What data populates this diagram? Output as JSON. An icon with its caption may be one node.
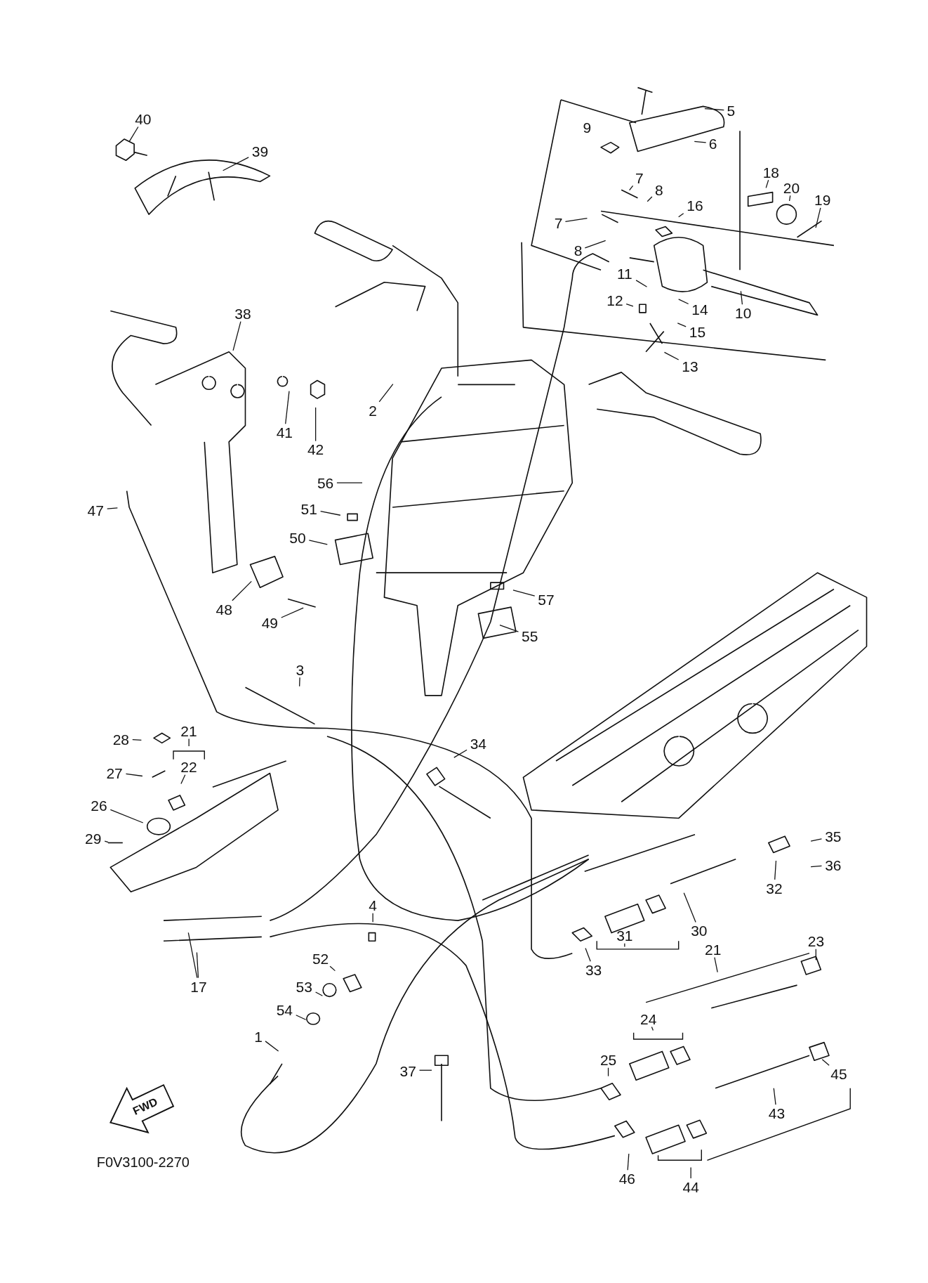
{
  "diagram": {
    "nodes": [
      {
        "text": [
          "40"
        ]
      },
      {
        "text": [
          "5"
        ]
      },
      {
        "text": [
          "39"
        ]
      },
      {
        "text": [
          "6"
        ]
      },
      {
        "text": [
          "18"
        ]
      },
      {
        "text": [
          "7"
        ]
      },
      {
        "text": [
          "8"
        ]
      },
      {
        "text": [
          "20"
        ]
      },
      {
        "text": [
          "19"
        ]
      },
      {
        "text": [
          "16"
        ]
      },
      {
        "text": [
          "7"
        ]
      },
      {
        "text": [
          "8"
        ]
      },
      {
        "text": [
          "11"
        ]
      },
      {
        "text": [
          "14"
        ]
      },
      {
        "text": [
          "10"
        ]
      },
      {
        "text": [
          "12"
        ]
      },
      {
        "text": [
          "15"
        ]
      },
      {
        "text": [
          "38"
        ]
      },
      {
        "text": [
          "13"
        ]
      },
      {
        "text": [
          "2"
        ]
      },
      {
        "text": [
          "41"
        ]
      },
      {
        "text": [
          "42"
        ]
      },
      {
        "text": [
          "56"
        ]
      },
      {
        "text": [
          "47"
        ]
      },
      {
        "text": [
          "51"
        ]
      },
      {
        "text": [
          "50"
        ]
      },
      {
        "text": [
          "57"
        ]
      },
      {
        "text": [
          "48"
        ]
      },
      {
        "text": [
          "49"
        ]
      },
      {
        "text": [
          "55"
        ]
      },
      {
        "text": [
          "3"
        ]
      },
      {
        "text": [
          "21"
        ]
      },
      {
        "text": [
          "28"
        ]
      },
      {
        "text": [
          "34"
        ]
      },
      {
        "text": [
          "22"
        ]
      },
      {
        "text": [
          "27"
        ]
      },
      {
        "text": [
          "26"
        ]
      },
      {
        "text": [
          "29"
        ]
      },
      {
        "text": [
          "35"
        ]
      },
      {
        "text": [
          "36"
        ]
      },
      {
        "text": [
          "32"
        ]
      },
      {
        "text": [
          "4"
        ]
      },
      {
        "text": [
          "31"
        ]
      },
      {
        "text": [
          "30"
        ]
      },
      {
        "text": [
          "23"
        ]
      },
      {
        "text": [
          "21"
        ]
      },
      {
        "text": [
          "52"
        ]
      },
      {
        "text": [
          "33"
        ]
      },
      {
        "text": [
          "17"
        ]
      },
      {
        "text": [
          "53"
        ]
      },
      {
        "text": [
          "54"
        ]
      },
      {
        "text": [
          "24"
        ]
      },
      {
        "text": [
          "1"
        ]
      },
      {
        "text": [
          "25"
        ]
      },
      {
        "text": [
          "37"
        ]
      },
      {
        "text": [
          "45"
        ]
      },
      {
        "text": [
          "44"
        ]
      },
      {
        "text": [
          "43"
        ]
      },
      {
        "text": [
          "46"
        ]
      }
    ],
    "edges": [
      {
        "from": 0,
        "to": null,
        "arrow": "none"
      },
      {
        "from": 1,
        "to": null,
        "arrow": "none"
      },
      {
        "from": 2,
        "to": null,
        "arrow": "none"
      },
      {
        "from": 3,
        "to": null,
        "arrow": "none"
      },
      {
        "from": 4,
        "to": null,
        "arrow": "none"
      },
      {
        "from": 5,
        "to": null,
        "arrow": "none"
      },
      {
        "from": 6,
        "to": null,
        "arrow": "none"
      },
      {
        "from": 7,
        "to": null,
        "arrow": "none"
      },
      {
        "from": 8,
        "to": null,
        "arrow": "none"
      },
      {
        "from": 9,
        "to": null,
        "arrow": "none"
      },
      {
        "from": 10,
        "to": null,
        "arrow": "none"
      },
      {
        "from": 11,
        "to": null,
        "arrow": "none"
      },
      {
        "from": 12,
        "to": null,
        "arrow": "none"
      },
      {
        "from": 13,
        "to": null,
        "arrow": "none"
      },
      {
        "from": 14,
        "to": null,
        "arrow": "none"
      },
      {
        "from": 15,
        "to": null,
        "arrow": "none"
      },
      {
        "from": 16,
        "to": null,
        "arrow": "none"
      },
      {
        "from": 17,
        "to": null,
        "arrow": "none"
      },
      {
        "from": 18,
        "to": null,
        "arrow": "none"
      },
      {
        "from": 19,
        "to": null,
        "arrow": "none"
      },
      {
        "from": 20,
        "to": null,
        "arrow": "none"
      },
      {
        "from": 21,
        "to": null,
        "arrow": "none"
      },
      {
        "from": 22,
        "to": null,
        "arrow": "none"
      },
      {
        "from": 23,
        "to": null,
        "arrow": "none"
      },
      {
        "from": 24,
        "to": null,
        "arrow": "none"
      },
      {
        "from": 25,
        "to": null,
        "arrow": "none"
      },
      {
        "from": 26,
        "to": null,
        "arrow": "none"
      },
      {
        "from": 27,
        "to": null,
        "arrow": "none"
      },
      {
        "from": 28,
        "to": null,
        "arrow": "none"
      },
      {
        "from": 29,
        "to": null,
        "arrow": "none"
      },
      {
        "from": 30,
        "to": null,
        "arrow": "none"
      },
      {
        "from": 31,
        "to": null,
        "arrow": "none"
      },
      {
        "from": 32,
        "to": null,
        "arrow": "none"
      },
      {
        "from": 33,
        "to": null,
        "arrow": "none"
      },
      {
        "from": 34,
        "to": null,
        "arrow": "none"
      },
      {
        "from": 35,
        "to": null,
        "arrow": "none"
      },
      {
        "from": 36,
        "to": null,
        "arrow": "none"
      },
      {
        "from": 37,
        "to": null,
        "arrow": "none"
      },
      {
        "from": 38,
        "to": null,
        "arrow": "none"
      },
      {
        "from": 39,
        "to": null,
        "arrow": "none"
      },
      {
        "from": 40,
        "to": null,
        "arrow": "none"
      },
      {
        "from": 41,
        "to": null,
        "arrow": "none"
      },
      {
        "from": 42,
        "to": null,
        "arrow": "none"
      },
      {
        "from": 43,
        "to": null,
        "arrow": "none"
      },
      {
        "from": 44,
        "to": null,
        "arrow": "none"
      },
      {
        "from": 45,
        "to": null,
        "arrow": "none"
      },
      {
        "from": 46,
        "to": null,
        "arrow": "none"
      },
      {
        "from": 47,
        "to": null,
        "arrow": "none"
      },
      {
        "from": 48,
        "to": null,
        "arrow": "none"
      },
      {
        "from": 48,
        "to": null,
        "arrow": "none"
      },
      {
        "from": 49,
        "to": null,
        "arrow": "none"
      },
      {
        "from": 50,
        "to": null,
        "arrow": "none"
      },
      {
        "from": 51,
        "to": null,
        "arrow": "none"
      },
      {
        "from": 52,
        "to": null,
        "arrow": "none"
      },
      {
        "from": 53,
        "to": null,
        "arrow": "none"
      },
      {
        "from": 54,
        "to": null,
        "arrow": "none"
      },
      {
        "from": 55,
        "to": null,
        "arrow": "none"
      },
      {
        "from": 56,
        "to": null,
        "arrow": "none"
      },
      {
        "from": 57,
        "to": null,
        "arrow": "none"
      },
      {
        "from": 58,
        "to": null,
        "arrow": "none"
      }
    ],
    "labels": [
      "9",
      "FWD",
      "F0V3100-2270"
    ]
  }
}
